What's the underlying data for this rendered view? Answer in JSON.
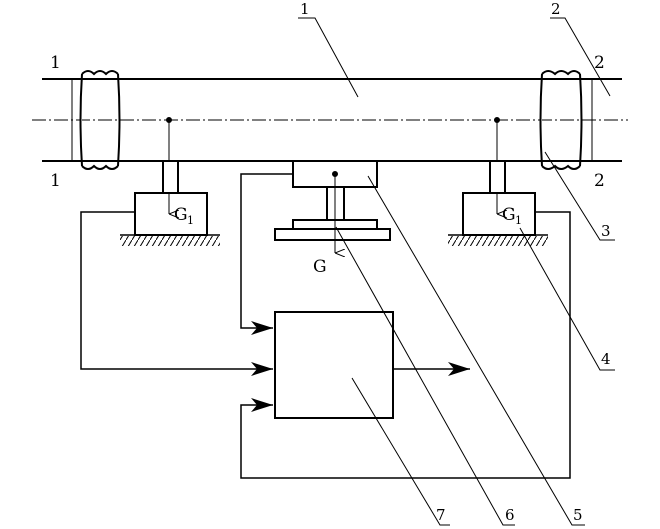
{
  "callouts": {
    "c1": "1",
    "c2": "2",
    "c3": "3",
    "c4": "4",
    "c5": "5",
    "c6": "6",
    "c7": "7"
  },
  "sections": {
    "left_top": "1",
    "left_bottom": "1",
    "right_top": "2",
    "right_bottom": "2"
  },
  "forces": {
    "g1_left": "G",
    "g1_left_sub": "1",
    "g1_right": "G",
    "g1_right_sub": "1",
    "g_center": "G"
  }
}
